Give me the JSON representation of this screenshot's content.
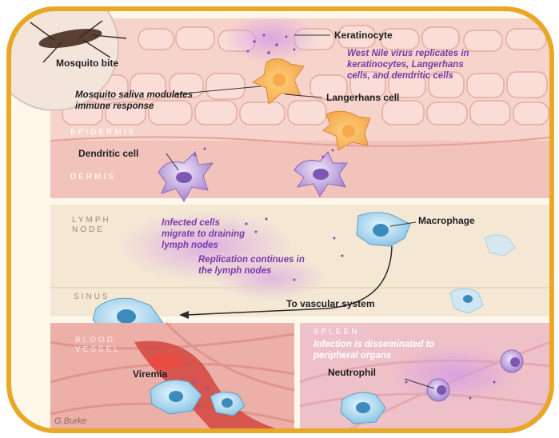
{
  "illustration": {
    "labels": {
      "mosquito_bite": "Mosquito bite",
      "keratinocyte": "Keratinocyte",
      "replication_skin": [
        "West Nile virus replicates in",
        "keratinocytes, Langerhans",
        "cells, and dendritic cells"
      ],
      "saliva": [
        "Mosquito saliva modulates",
        "immune response"
      ],
      "langerhans": "Langerhans cell",
      "epidermis": "EPIDERMIS",
      "dendritic": "Dendritic cell",
      "dermis": "DERMIS",
      "lymph_node": [
        "LYMPH",
        "NODE"
      ],
      "infected_migrate": [
        "Infected cells",
        "migrate to draining",
        "lymph nodes"
      ],
      "macrophage": "Macrophage",
      "replication_lymph": [
        "Replication continues in",
        "the lymph nodes"
      ],
      "sinus": "SINUS",
      "to_vascular": "To vascular system",
      "blood_vessel": [
        "BLOOD",
        "VESSEL"
      ],
      "viremia": "Viremia",
      "spleen": "SPLEEN",
      "dissemination": [
        "Infection is disseminated to",
        "peripheral organs"
      ],
      "neutrophil": "Neutrophil"
    },
    "colors": {
      "frame": "#e8a826",
      "skin": "#f5cfc8",
      "lymph": "#f5ead8",
      "vessel": "#e99c98",
      "label_text": "#1e1e22",
      "italic_text": "#7a3aa8"
    }
  }
}
